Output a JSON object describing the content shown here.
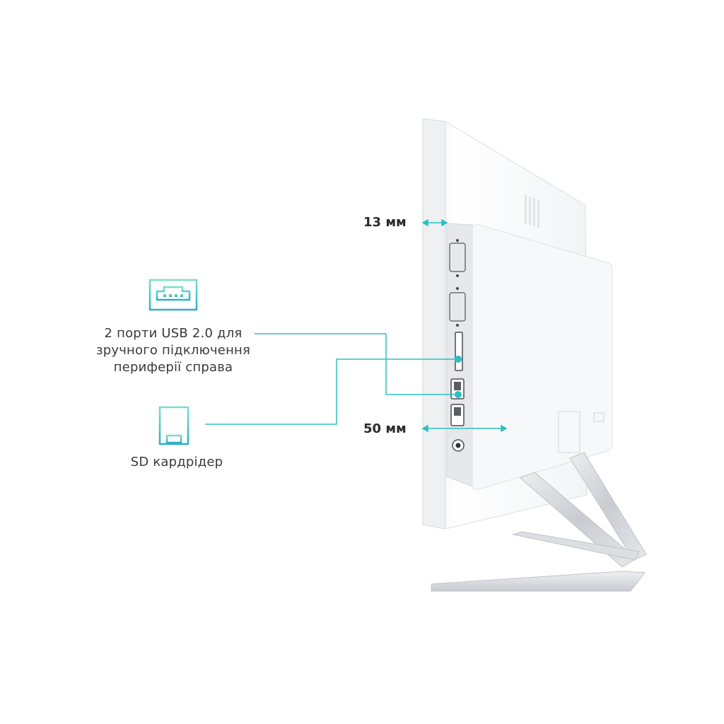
{
  "features": {
    "usb": {
      "icon": "usb-port-icon",
      "line1": "2 порти USB 2.0 для",
      "line2": "зручного підключення",
      "line3": "периферії справа"
    },
    "sd": {
      "icon": "sd-card-icon",
      "text": "SD кардрідер"
    }
  },
  "dimensions": {
    "thickness": "13 мм",
    "depth": "50 мм"
  },
  "colors": {
    "accent": "#2bbfc0",
    "text": "#3a3a3a",
    "device": "#f4f5f7",
    "stand": "#d5d8dc"
  }
}
